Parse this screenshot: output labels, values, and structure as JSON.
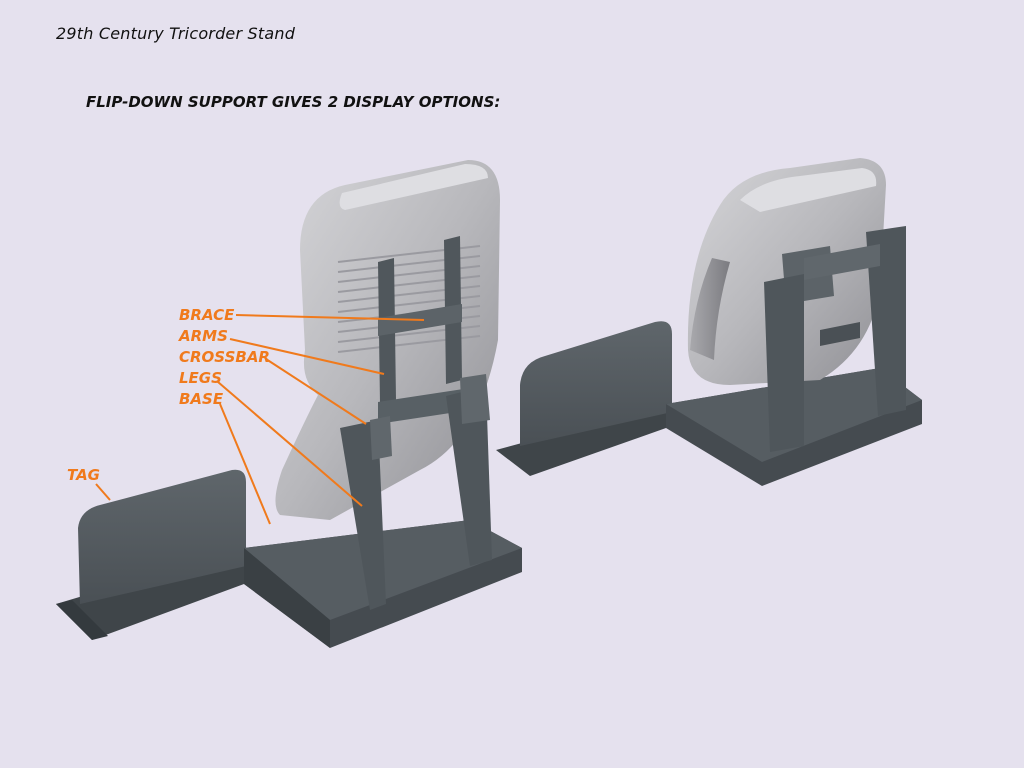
{
  "header": {
    "title": "29th Century Tricorder Stand",
    "subtitle": "FLIP-DOWN SUPPORT GIVES 2 DISPLAY OPTIONS:"
  },
  "callouts": {
    "brace": "BRACE",
    "arms": "ARMS",
    "crossbar": "CROSSBAR",
    "legs": "LEGS",
    "base": "BASE",
    "tag": "TAG"
  },
  "colors": {
    "background": "#e5e1ee",
    "label_orange": "#f07a1c",
    "stand_gray": "#4b5156",
    "device_silver": "#bcbcc0"
  }
}
